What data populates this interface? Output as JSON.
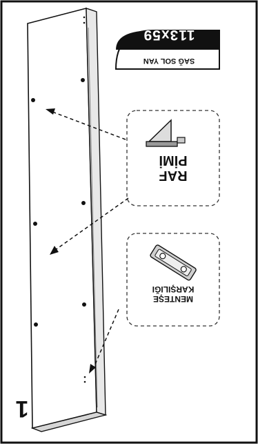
{
  "step_number": "1",
  "panel": {
    "dimensions": "113x59",
    "name": "SAĞ SOL YAN"
  },
  "callouts": [
    {
      "label_line1": "RAF",
      "label_line2": "PİMİ",
      "icon": "shelf-pin-icon"
    },
    {
      "label_line1": "MENTEŞE",
      "label_line2": "KARŞILIĞI",
      "icon": "hinge-plate-icon"
    }
  ],
  "colors": {
    "ink": "#111111",
    "badge_fill": "#111111",
    "badge_text": "#ffffff"
  }
}
